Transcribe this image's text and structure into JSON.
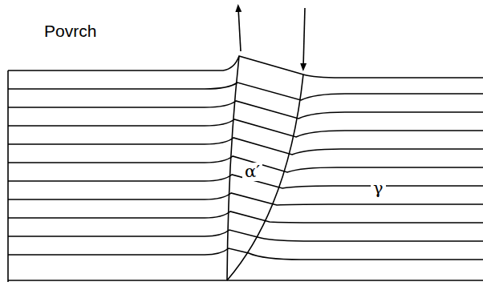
{
  "diagram": {
    "labels": [
      "Povrch",
      "α′",
      "γ"
    ]
  }
}
